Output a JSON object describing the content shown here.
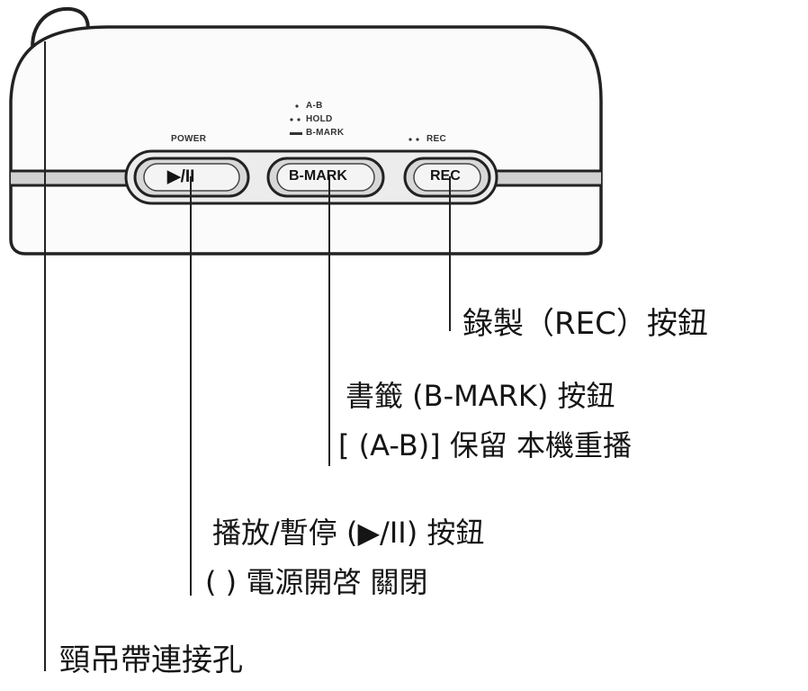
{
  "device": {
    "indicator_labels": {
      "power": "POWER",
      "ab": "A-B",
      "hold": "HOLD",
      "bmark": "B-MARK",
      "rec": "REC"
    },
    "buttons": {
      "play_pause": "▶/II",
      "bmark": "B-MARK",
      "rec": "REC"
    }
  },
  "callouts": {
    "rec_button": "錄製（REC）按鈕",
    "bmark_button": "書籤 (B-MARK) 按鈕",
    "ab_repeat": "[ (A-B)] 保留 本機重播",
    "play_pause_button": "播放/暫停 (▶/II) 按鈕",
    "power_onoff": "(   ) 電源開啓 關閉",
    "strap_hole": "頸吊帶連接孔"
  },
  "colors": {
    "outline": "#222222",
    "button_fill": "#e6e6e6",
    "band": "#cfcfcf"
  }
}
